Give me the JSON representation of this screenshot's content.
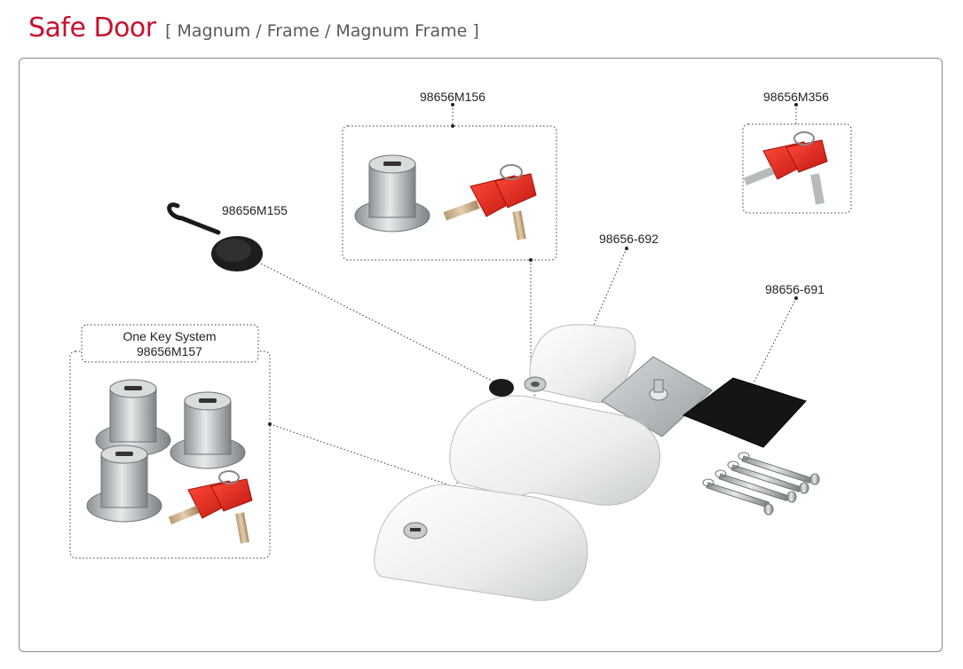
{
  "header": {
    "title": "Safe Door",
    "subtitle": "[ Magnum / Frame / Magnum Frame ]"
  },
  "parts": {
    "p155": "98656M155",
    "p156": "98656M156",
    "p356": "98656M356",
    "p692": "98656-692",
    "p691": "98656-691",
    "p157_title": "One Key System",
    "p157": "98656M157"
  },
  "colors": {
    "brand_red": "#c8102e",
    "key_red": "#e8231f"
  }
}
